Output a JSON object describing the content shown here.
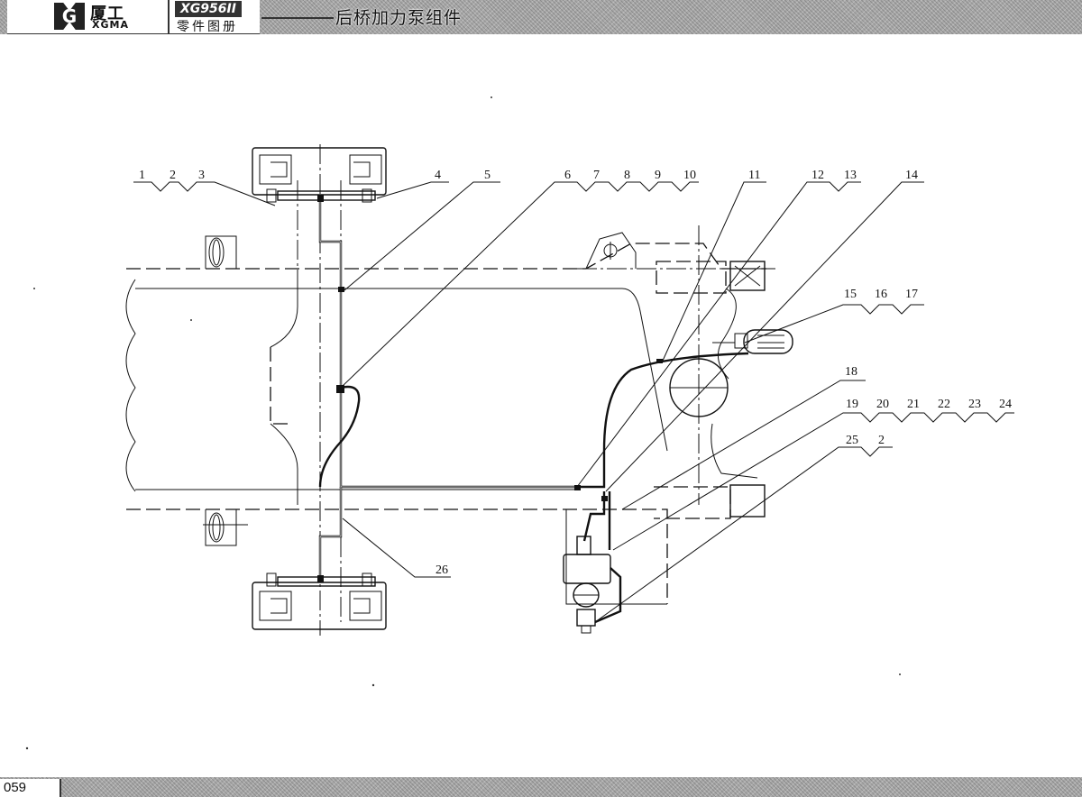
{
  "header": {
    "brand_cn": "厦工",
    "brand_en": "XGMA",
    "logo_letter": "G",
    "model": "XG956II",
    "manual": "零件图册",
    "title": "后桥加力泵组件"
  },
  "footer": {
    "page_number": "059"
  },
  "diagram": {
    "callouts": [
      {
        "id": "c1",
        "label": "1"
      },
      {
        "id": "c2",
        "label": "2"
      },
      {
        "id": "c3",
        "label": "3"
      },
      {
        "id": "c4",
        "label": "4"
      },
      {
        "id": "c5",
        "label": "5"
      },
      {
        "id": "c6",
        "label": "6"
      },
      {
        "id": "c7",
        "label": "7"
      },
      {
        "id": "c8",
        "label": "8"
      },
      {
        "id": "c9",
        "label": "9"
      },
      {
        "id": "c10",
        "label": "10"
      },
      {
        "id": "c11",
        "label": "11"
      },
      {
        "id": "c12",
        "label": "12"
      },
      {
        "id": "c13",
        "label": "13"
      },
      {
        "id": "c14",
        "label": "14"
      },
      {
        "id": "c15",
        "label": "15"
      },
      {
        "id": "c16",
        "label": "16"
      },
      {
        "id": "c17",
        "label": "17"
      },
      {
        "id": "c18",
        "label": "18"
      },
      {
        "id": "c19",
        "label": "19"
      },
      {
        "id": "c20",
        "label": "20"
      },
      {
        "id": "c21",
        "label": "21"
      },
      {
        "id": "c22",
        "label": "22"
      },
      {
        "id": "c23",
        "label": "23"
      },
      {
        "id": "c24",
        "label": "24"
      },
      {
        "id": "c25",
        "label": "25"
      },
      {
        "id": "c25b",
        "label": "2"
      },
      {
        "id": "c26",
        "label": "26"
      }
    ]
  }
}
